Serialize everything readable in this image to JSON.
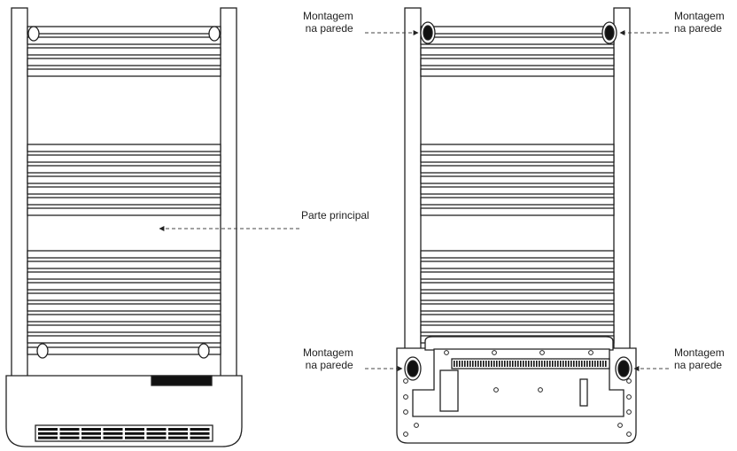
{
  "labels": {
    "main_part": "Parte principal",
    "wall_mount_line1": "Montagem",
    "wall_mount_line2": "na parede"
  },
  "colors": {
    "stroke": "#222222",
    "background": "#ffffff",
    "fill_dark": "#111111",
    "leader": "#444444"
  },
  "icons": {
    "left_view": "towel-radiator-front-icon",
    "right_view": "towel-radiator-rear-icon",
    "mount_point": "wall-mount-bracket-icon"
  }
}
